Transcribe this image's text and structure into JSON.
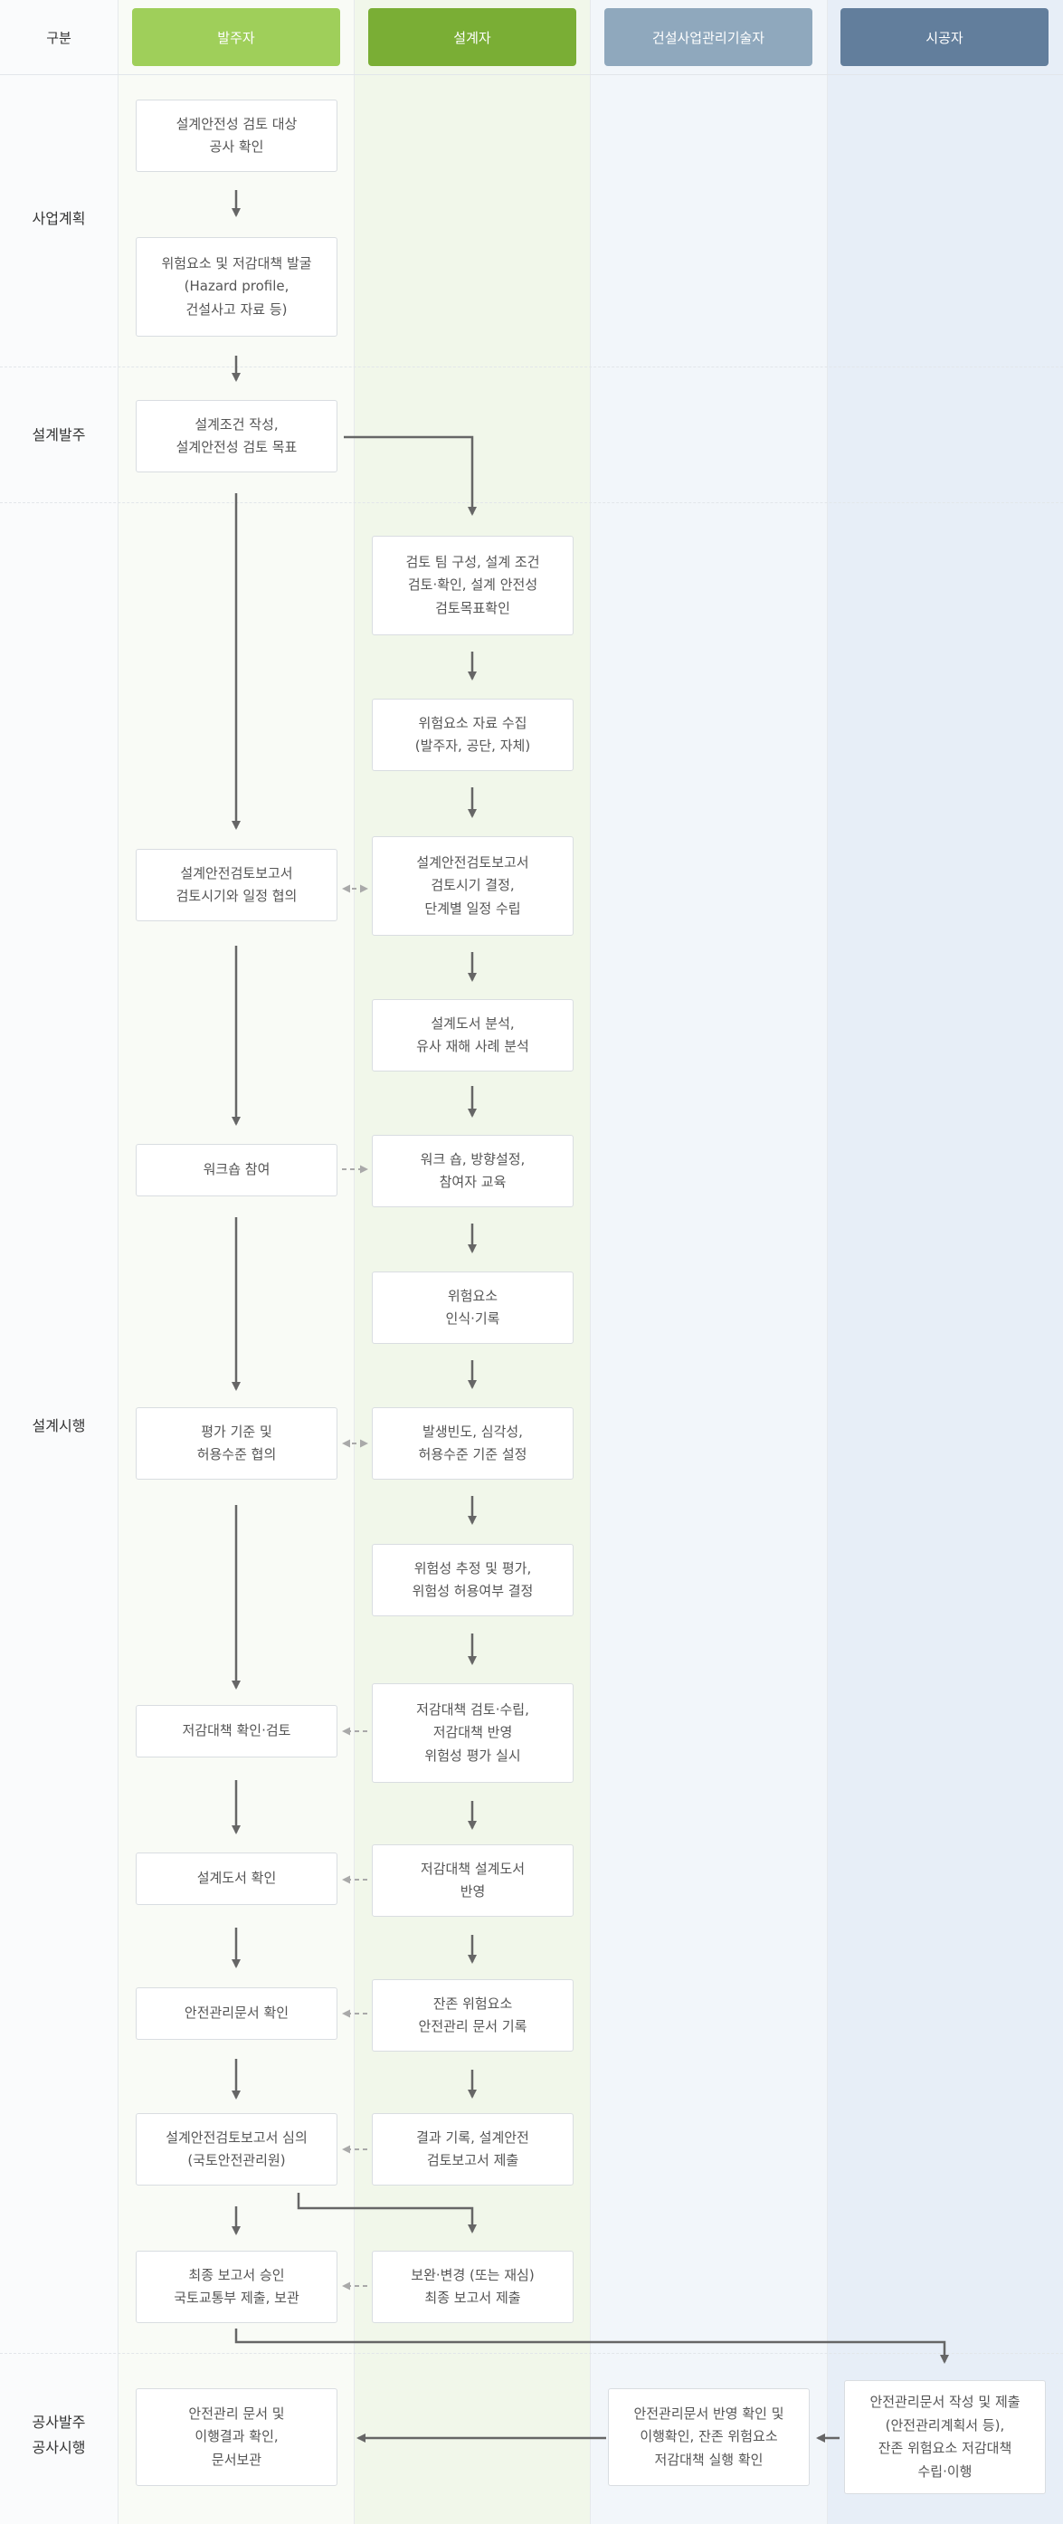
{
  "colors": {
    "owner_header": "#9fcf5a",
    "designer_header": "#7aae35",
    "supervisor_header": "#8fa8bd",
    "contractor_header": "#627e9c",
    "arrow": "#666666",
    "dashed_arrow": "#a9a9a9"
  },
  "headers": {
    "category": "구분",
    "owner": "발주자",
    "designer": "설계자",
    "supervisor": "건설사업관리기술자",
    "contractor": "시공자"
  },
  "phases": {
    "planning": "사업계획",
    "design_order": "설계발주",
    "design_execution": "설계시행",
    "construction": "공사발주\n공사시행"
  },
  "boxes": {
    "owner_1": "설계안전성 검토 대상\n공사 확인",
    "owner_2": "위험요소 및 저감대책 발굴\n(Hazard profile,\n건설사고 자료 등)",
    "owner_3": "설계조건 작성,\n설계안전성 검토 목표",
    "designer_1": "검토 팀 구성, 설계 조건\n검토·확인, 설계 안전성\n검토목표확인",
    "designer_2": "위험요소 자료 수집\n(발주자, 공단, 자체)",
    "owner_4": "설계안전검토보고서\n검토시기와 일정 협의",
    "designer_3": "설계안전검토보고서\n검토시기 결정,\n단계별 일정 수립",
    "designer_4": "설계도서 분석,\n유사 재해 사례 분석",
    "owner_5": "워크숍 참여",
    "designer_5": "워크 숍, 방향설정,\n참여자 교육",
    "designer_6": "위험요소\n인식·기록",
    "owner_6": "평가 기준 및\n허용수준 협의",
    "designer_7": "발생빈도, 심각성,\n허용수준 기준 설정",
    "designer_8": "위험성 추정 및 평가,\n위험성 허용여부 결정",
    "owner_7": "저감대책 확인·검토",
    "designer_9": "저감대책 검토·수립,\n저감대책 반영\n위험성 평가 실시",
    "owner_8": "설계도서 확인",
    "designer_10": "저감대책 설계도서\n반영",
    "owner_9": "안전관리문서 확인",
    "designer_11": "잔존 위험요소\n안전관리 문서 기록",
    "owner_10": "설계안전검토보고서 심의\n(국토안전관리원)",
    "designer_12": "결과 기록, 설계안전\n검토보고서 제출",
    "owner_11": "최종 보고서 승인\n국토교통부 제출, 보관",
    "designer_13": "보완·변경 (또는 재심)\n최종 보고서 제출",
    "owner_12": "안전관리 문서 및\n이행결과 확인,\n문서보관",
    "supervisor_1": "안전관리문서 반영 확인 및\n이행확인, 잔존 위험요소\n저감대책 실행 확인",
    "contractor_1": "안전관리문서 작성 및 제출\n(안전관리계획서 등),\n잔존 위험요소 저감대책\n수립·이행"
  }
}
